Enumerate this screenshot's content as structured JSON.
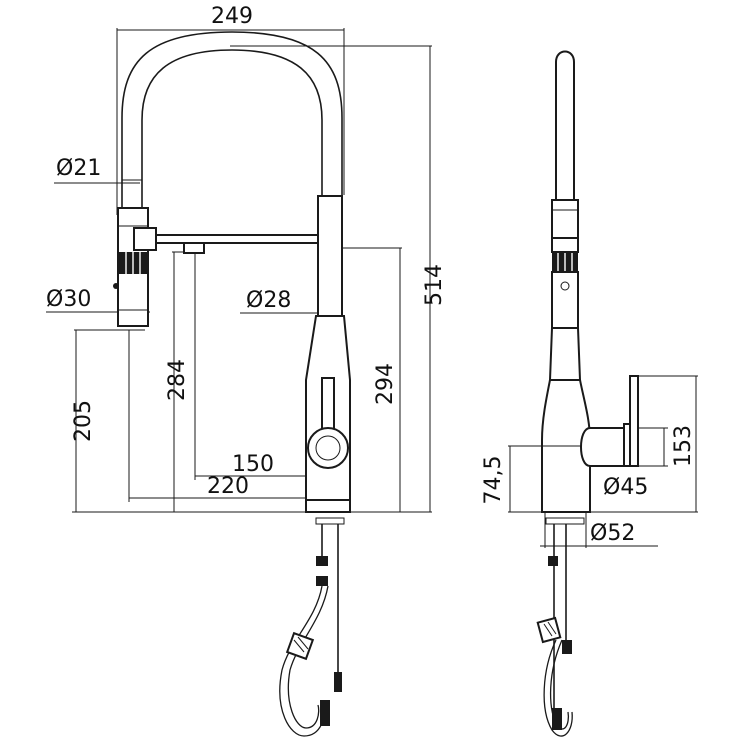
{
  "front_view": {
    "dims": {
      "width": "249",
      "height_total": "514",
      "spout_diameter": "Ø21",
      "head_diameter": "Ø30",
      "body_diameter": "Ø28",
      "head_height": "205",
      "holder_height": "284",
      "body_height": "294",
      "reach_inner": "150",
      "reach_outer": "220"
    }
  },
  "side_view": {
    "dims": {
      "base_height": "74,5",
      "lever_height": "153",
      "lever_diameter": "Ø45",
      "base_diameter": "Ø52"
    }
  }
}
